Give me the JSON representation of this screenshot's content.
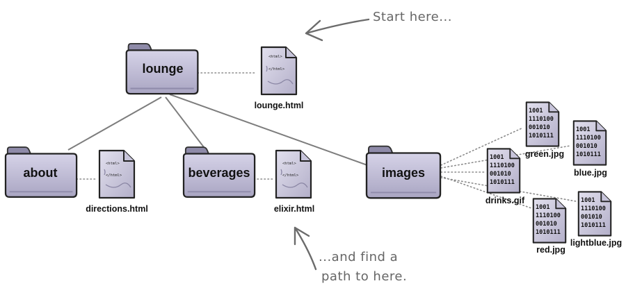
{
  "annotations": {
    "start": "Start here...",
    "end_line1": "...and find a",
    "end_line2": "path to here."
  },
  "folders": {
    "lounge": "lounge",
    "about": "about",
    "beverages": "beverages",
    "images": "images"
  },
  "files": {
    "lounge_html": "lounge.html",
    "directions_html": "directions.html",
    "elixir_html": "elixir.html",
    "green_jpg": "green.jpg",
    "blue_jpg": "blue.jpg",
    "drinks_gif": "drinks.gif",
    "red_jpg": "red.jpg",
    "lightblue_jpg": "lightblue.jpg"
  },
  "html_doc_icon": {
    "open_tag": "<html>",
    "close_tag": "</html>"
  },
  "binary_doc_icon": {
    "lines": [
      "1001",
      "1110100",
      "001010",
      "1010111"
    ]
  },
  "colors": {
    "folder_fill": "#c9c6dc",
    "doc_fill": "#d3d0e3",
    "line": "#7f7f7f",
    "annotation": "#6b6b6b"
  }
}
